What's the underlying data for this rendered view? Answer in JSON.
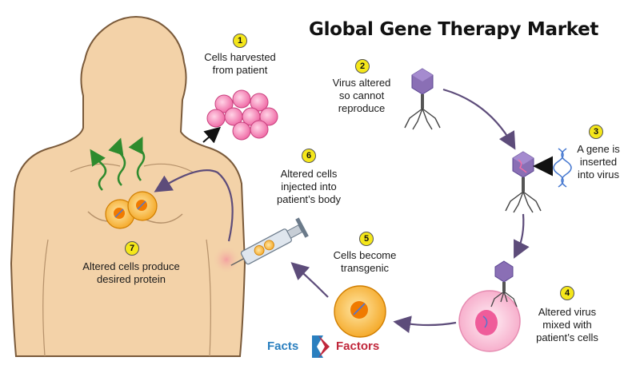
{
  "title": "Global Gene Therapy Market",
  "steps": [
    {
      "num": "1",
      "lines": [
        "Cells harvested",
        "from patient"
      ]
    },
    {
      "num": "2",
      "lines": [
        "Virus altered",
        "so cannot",
        "reproduce"
      ]
    },
    {
      "num": "3",
      "lines": [
        "A gene is",
        "inserted",
        "into virus"
      ]
    },
    {
      "num": "4",
      "lines": [
        "Altered virus",
        "mixed with",
        "patient’s cells"
      ]
    },
    {
      "num": "5",
      "lines": [
        "Cells become",
        "transgenic"
      ]
    },
    {
      "num": "6",
      "lines": [
        "Altered cells",
        "injected into",
        "patient’s body"
      ]
    },
    {
      "num": "7",
      "lines": [
        "Altered cells produce",
        "desired protein"
      ]
    }
  ],
  "logo": {
    "word1": "Facts",
    "word2": "Factors"
  },
  "colors": {
    "skin": "#f3d2a8",
    "skin_outline": "#7a5a3a",
    "cell_pink": "#f06ea8",
    "cell_orange": "#f4a623",
    "arrow": "#5d4c7a",
    "virus": "#8a6fb5",
    "protein_arrow": "#2e8b2e",
    "badge": "#f5e71a",
    "logo_blue": "#2a7fbf",
    "logo_red": "#c0273b"
  }
}
